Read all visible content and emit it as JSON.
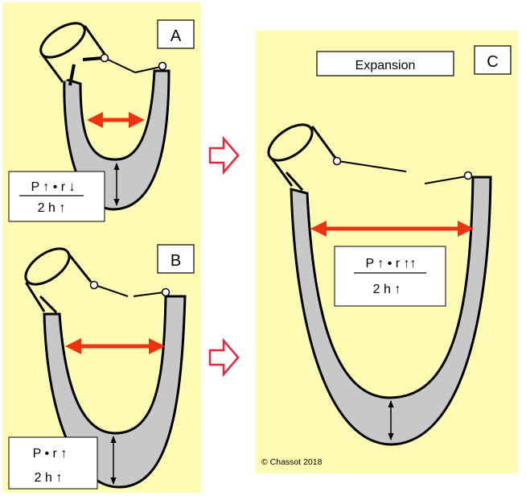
{
  "panels": {
    "a": {
      "letter": "A",
      "numerator": "P ↑ • r ↓",
      "denominator": "2 h ↑"
    },
    "b": {
      "letter": "B",
      "numerator": "P • r ↑",
      "denominator": "2 h ↑"
    },
    "c": {
      "letter": "C",
      "title": "Expansion",
      "numerator": "P ↑ • r ↑↑",
      "denominator": "2 h ↑"
    }
  },
  "copyright": "© Chassot 2018",
  "colors": {
    "panel_bg": "#FFFAB4",
    "wall": "#C8C8C8",
    "red_arrow": "#EE3311",
    "transition_arrow": "#E8253A"
  }
}
